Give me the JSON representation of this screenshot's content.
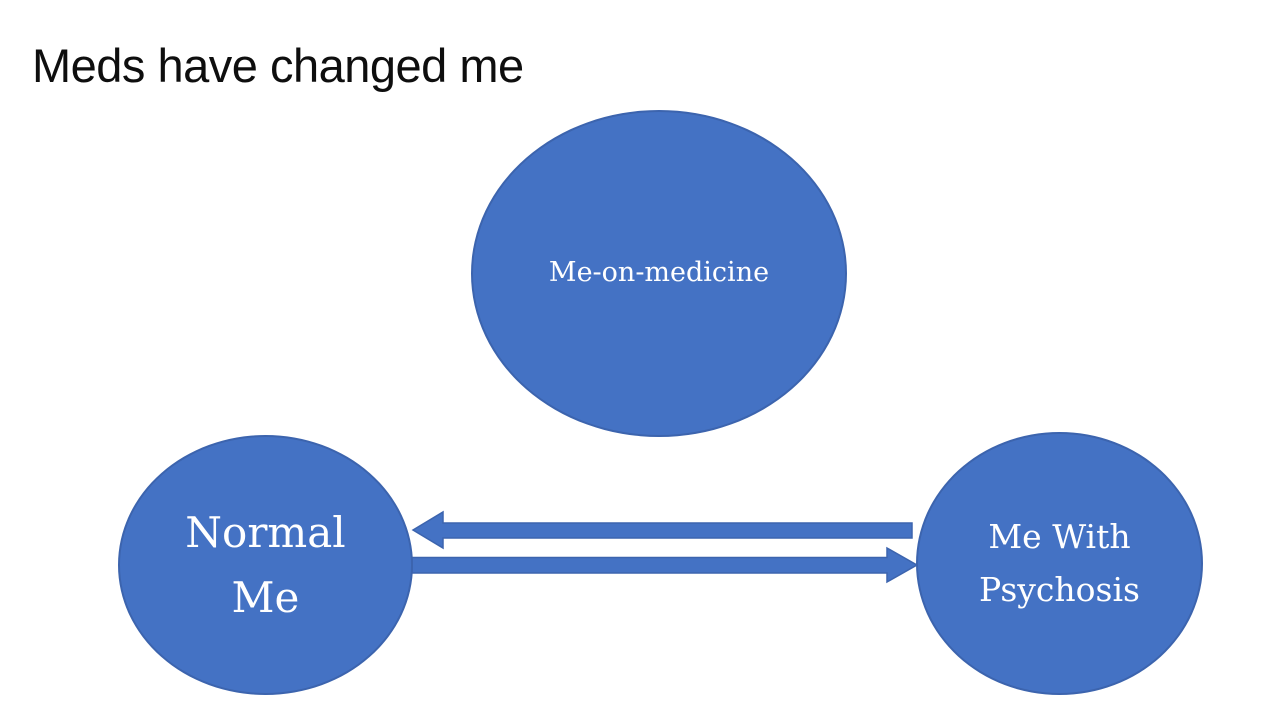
{
  "slide": {
    "title": "Meds have changed me",
    "colors": {
      "background": "#FFFFFF",
      "shape_fill": "#4472C4",
      "shape_outline": "#3C64AE",
      "shape_text": "#FFFFFF",
      "title_text": "#0E0E0E"
    },
    "nodes": {
      "top": {
        "label": "Me-on-medicine"
      },
      "bottom_left": {
        "label": "Normal Me",
        "line1": "Normal",
        "line2": "Me"
      },
      "bottom_right": {
        "label": "Me With Psychosis",
        "line1": "Me With",
        "line2": "Psychosis"
      }
    },
    "connectors": [
      {
        "name": "arrow-pointing-left",
        "from": "Me With Psychosis",
        "to": "Normal Me",
        "direction": "left"
      },
      {
        "name": "arrow-pointing-right",
        "from": "Normal Me",
        "to": "Me With Psychosis",
        "direction": "right"
      }
    ]
  }
}
